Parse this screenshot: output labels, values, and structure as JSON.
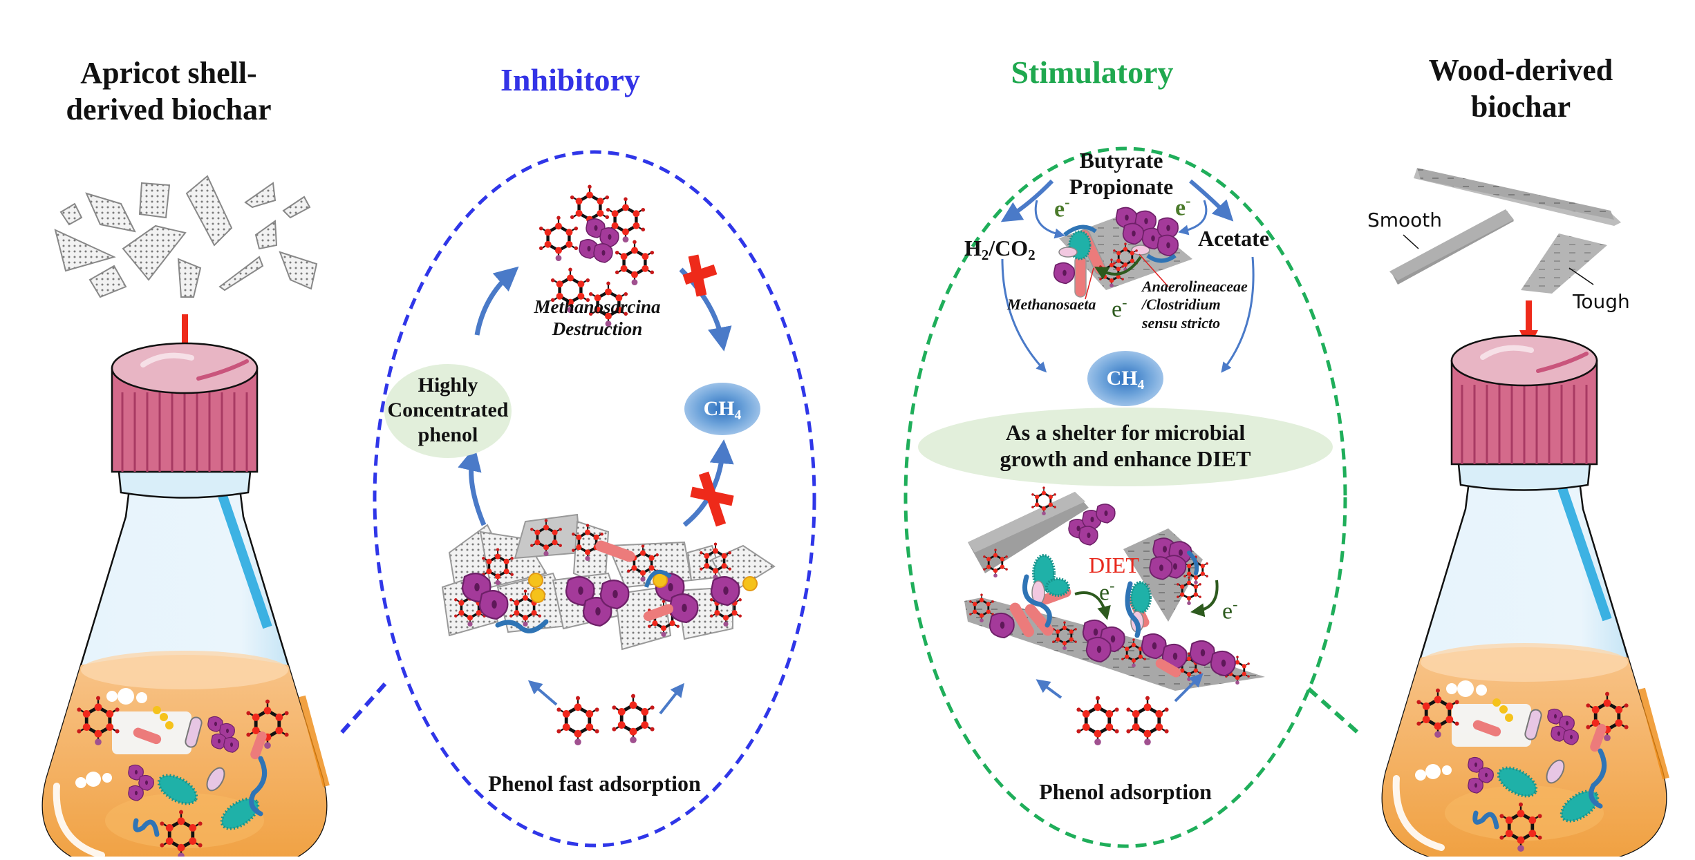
{
  "left_panel": {
    "title_line1": "Apricot shell-",
    "title_line2": "derived biochar",
    "biochar_icon": "fragmented-porous-biochar-icon",
    "flask_icon": "erlenmeyer-flask-icon"
  },
  "inhibitory": {
    "title": "Inhibitory",
    "title_color": "#3333e6",
    "outline_color": "#2f36e8",
    "destruction_label_line1": "Methanosarcina",
    "destruction_label_line2": "Destruction",
    "phenol_bubble_line1": "Highly",
    "phenol_bubble_line2": "Concentrated",
    "phenol_bubble_line3": "phenol",
    "ch4_main": "CH",
    "ch4_sub": "4",
    "bottom_label": "Phenol fast adsorption",
    "blocked_marks": [
      "red-x-icon",
      "red-x-icon"
    ]
  },
  "stimulatory": {
    "title": "Stimulatory",
    "title_color": "#1fa84f",
    "outline_color": "#1fae5a",
    "substrate_line1": "Butyrate",
    "substrate_line2": "Propionate",
    "h2_label_pre": "H",
    "h2_label_sub1": "2",
    "h2_label_mid": "/CO",
    "h2_label_sub2": "2",
    "acetate_label": "Acetate",
    "electron_label": "e",
    "electron_sup": "-",
    "methanosaeta_label": "Methanosaeta",
    "bacteria_label_line1": "Anaerolineaceae",
    "bacteria_label_line2": "/Clostridium",
    "bacteria_label_line3": "sensu stricto",
    "ch4_main": "CH",
    "ch4_sub": "4",
    "shelter_line1": "As a shelter for microbial",
    "shelter_line2": "growth and enhance DIET",
    "diet_label": "DIET",
    "bottom_label": "Phenol adsorption"
  },
  "right_panel": {
    "title_line1": "Wood-derived",
    "title_line2": "biochar",
    "smooth_label": "Smooth",
    "tough_label": "Tough",
    "biochar_icon": "wood-biochar-plates-icon",
    "flask_icon": "erlenmeyer-flask-icon"
  },
  "colors": {
    "arrow_blue": "#4a7ac8",
    "red_arrow": "#ee2a1a",
    "green_bubble": "#e2efdb",
    "ch4_blue": "#5b95d1",
    "liquid_orange": "#f3a645",
    "cap_pink": "#d46a8b"
  }
}
